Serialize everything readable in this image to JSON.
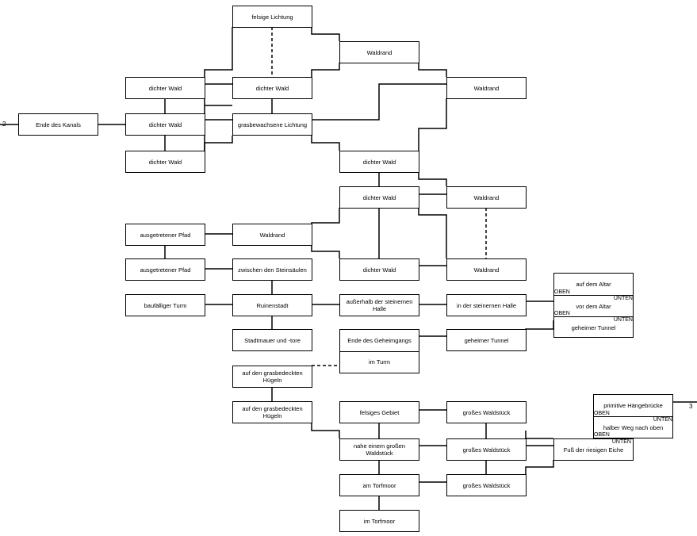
{
  "diagram": {
    "type": "text-adventure-map",
    "exits": [
      {
        "label": "2",
        "side": "left"
      },
      {
        "label": "3",
        "side": "right"
      }
    ],
    "rooms": {
      "ende_des_kanals": "Ende des Kanals",
      "dichter_wald_a": "dichter Wald",
      "dichter_wald_b": "dichter Wald",
      "dichter_wald_c": "dichter Wald",
      "felsige_lichtung": "felsige Lichtung",
      "dichter_wald_d": "dichter Wald",
      "grasbewachsene_lichtung": "grasbewachsene Lichtung",
      "waldrand_a": "Waldrand",
      "waldrand_b": "Waldrand",
      "dichter_wald_e": "dichter Wald",
      "dichter_wald_f": "dichter Wald",
      "waldrand_c": "Waldrand",
      "dichter_wald_g": "dichter Wald",
      "waldrand_d": "Waldrand",
      "ausgetretener_pfad_a": "ausgetretener Pfad",
      "ausgetretener_pfad_b": "ausgetretener Pfad",
      "waldrand_e": "Waldrand",
      "zwischen_den_steinsaeulen": "zwischen den Steinsäulen",
      "baufaelliger_turm": "baufälliger Turm",
      "ruinenstadt": "Ruinenstadt",
      "stadtmauer": "Stadtmauer und -tore",
      "ausserhalb_halle": "außerhalb der steinernen Halle",
      "in_der_halle": "in der steinernen Halle",
      "ende_des_geheimgangs": "Ende des Geheimgangs",
      "im_turm": "im Turm",
      "geheimer_tunnel": "geheimer Tunnel",
      "huegeln_a": "auf den grasbedeckten Hügeln",
      "huegeln_b": "auf den grasbedeckten Hügeln",
      "felsiges_gebiet": "felsiges Gebiet",
      "nahe_waldstueck": "nahe einem großen Waldstück",
      "am_torfmoor": "am Torfmoor",
      "im_torfmoor": "im Torfmoor",
      "grosses_waldstueck_a": "großes Waldstück",
      "grosses_waldstueck_b": "großes Waldstück",
      "grosses_waldstueck_c": "großes Waldstück",
      "fuss_der_eiche": "Fuß der riesigen Eiche"
    },
    "altar_stack": [
      {
        "name": "auf dem Altar",
        "up": "OBEN",
        "down": ""
      },
      {
        "name": "vor dem Altar",
        "up": "OBEN",
        "down": "UNTEN"
      },
      {
        "name": "geheimer Tunnel",
        "up": "",
        "down": "UNTEN"
      }
    ],
    "bridge_stack": [
      {
        "name": "primitive Hängebrücke",
        "up": "OBEN",
        "down": ""
      },
      {
        "name": "halber Weg nach oben",
        "up": "OBEN",
        "down": "UNTEN"
      }
    ],
    "eiche_down_label": "UNTEN"
  }
}
